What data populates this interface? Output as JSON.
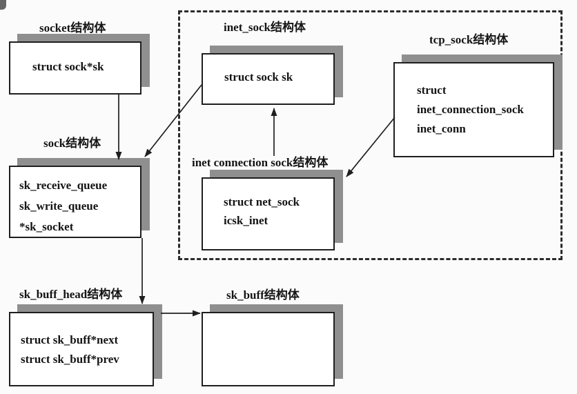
{
  "boxes": {
    "socket": {
      "label": "socket结构体",
      "fields": [
        "struct sock*sk"
      ]
    },
    "inet_sock": {
      "label": "inet_sock结构体",
      "fields": [
        "struct sock sk"
      ]
    },
    "tcp_sock": {
      "label": "tcp_sock结构体",
      "fields": [
        "struct",
        "inet_connection_sock",
        "inet_conn"
      ]
    },
    "sock": {
      "label": "sock结构体",
      "fields": [
        "sk_receive_queue",
        "sk_write_queue",
        "*sk_socket"
      ]
    },
    "inet_connection_sock": {
      "label": "inet connection sock结构体",
      "fields": [
        "struct net_sock",
        "icsk_inet"
      ]
    },
    "sk_buff_head": {
      "label": "sk_buff_head结构体",
      "fields": [
        "struct sk_buff*next",
        "struct sk_buff*prev"
      ]
    },
    "sk_buff": {
      "label": "sk_buff结构体",
      "fields": []
    }
  },
  "arrows": [
    {
      "from": "socket",
      "to": "sock"
    },
    {
      "from": "inet_sock",
      "to": "sock"
    },
    {
      "from": "sock",
      "to": "sk_buff_head"
    },
    {
      "from": "sk_buff_head",
      "to": "sk_buff"
    },
    {
      "from": "inet_connection_sock",
      "to": "inet_sock"
    },
    {
      "from": "tcp_sock",
      "to": "inet_connection_sock"
    }
  ],
  "colors": {
    "shadow": "#8f8f8f",
    "line": "#1f1f1f",
    "border": "#1e1e1e",
    "text": "#141414",
    "background": "#fbfbfb"
  }
}
